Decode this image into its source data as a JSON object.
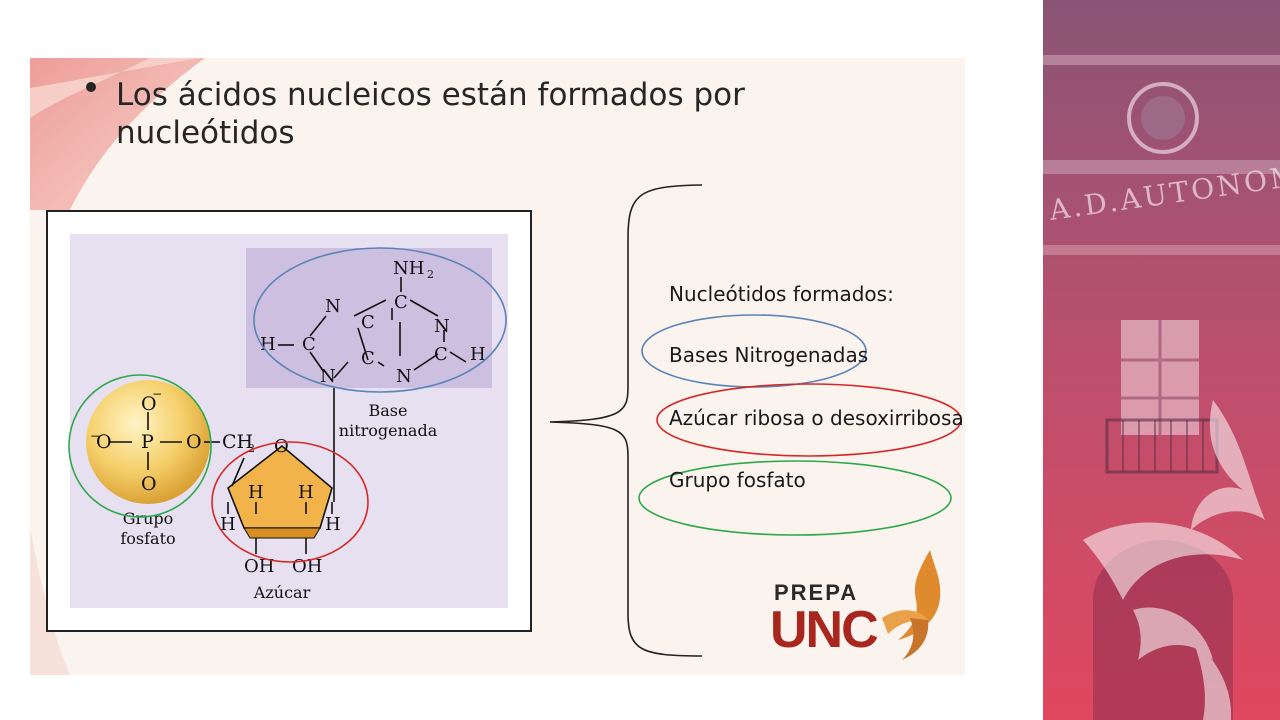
{
  "slide": {
    "bullet": "Los ácidos nucleicos están formados por nucleótidos"
  },
  "figure": {
    "labels": {
      "nh2": "NH",
      "nh2_sub": "2",
      "base_caption_line1": "Base",
      "base_caption_line2": "nitrogenada",
      "phosphate_caption_line1": "Grupo",
      "phosphate_caption_line2": "fosfato",
      "sugar_caption": "Azúcar",
      "o_minus_top": "O",
      "o_minus_left": "O",
      "p": "P",
      "o_bottom": "O",
      "o_bridge": "O",
      "ch2": "CH",
      "ch2_sub": "2",
      "ring_o": "O",
      "h": "H",
      "c": "C",
      "n": "N",
      "oh": "OH"
    }
  },
  "list": {
    "heading": "Nucleótidos formados:",
    "items": [
      "Bases Nitrogenadas",
      "Azúcar ribosa o desoxirribosa",
      "Grupo fosfato"
    ]
  },
  "logo": {
    "line1": "PREPA",
    "line2": "UNC"
  },
  "colors": {
    "base_highlight": "#5b84b8",
    "sugar_highlight": "#d92626",
    "phosphate_highlight": "#2da84a",
    "logo_red": "#a8261e",
    "logo_orange": "#e08a2e",
    "panel_tint": "#d6486a"
  }
}
